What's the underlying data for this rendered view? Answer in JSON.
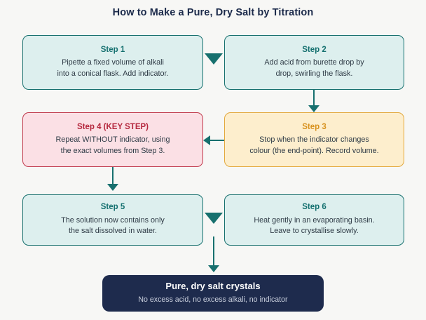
{
  "title": "How to Make a Pure, Dry Salt by Titration",
  "colors": {
    "background": "#f7f7f5",
    "teal_border": "#17706e",
    "teal_fill": "#ddefee",
    "teal_heading": "#14706f",
    "crimson_border": "#c0394b",
    "crimson_fill": "#fbe0e5",
    "crimson_heading": "#b5283e",
    "amber_border": "#e3a83c",
    "amber_fill": "#fdeecd",
    "amber_heading": "#d8921f",
    "final_fill": "#1e2b4d",
    "final_heading": "#ffffff",
    "final_body": "#c9cfdd",
    "title_color": "#1b2a4a",
    "body_text": "#2f3b46"
  },
  "nodes": {
    "step1": {
      "heading": "Step 1",
      "line1": "Pipette a fixed volume of alkali",
      "line2": "into a conical flask. Add indicator."
    },
    "step2": {
      "heading": "Step 2",
      "line1": "Add acid from burette drop by",
      "line2": "drop, swirling the flask."
    },
    "step4": {
      "heading": "Step 4 (KEY STEP)",
      "line1": "Repeat WITHOUT indicator, using",
      "line2": "the exact volumes from Step 3."
    },
    "step3": {
      "heading": "Step 3",
      "line1": "Stop when the indicator changes",
      "line2": "colour (the end-point). Record volume."
    },
    "step5": {
      "heading": "Step 5",
      "line1": "The solution now contains only",
      "line2": "the salt dissolved in water."
    },
    "step6": {
      "heading": "Step 6",
      "line1": "Heat gently in an evaporating basin.",
      "line2": "Leave to crystallise slowly."
    },
    "final": {
      "heading": "Pure, dry salt crystals",
      "line1": "No excess acid, no excess alkali, no indicator"
    }
  }
}
